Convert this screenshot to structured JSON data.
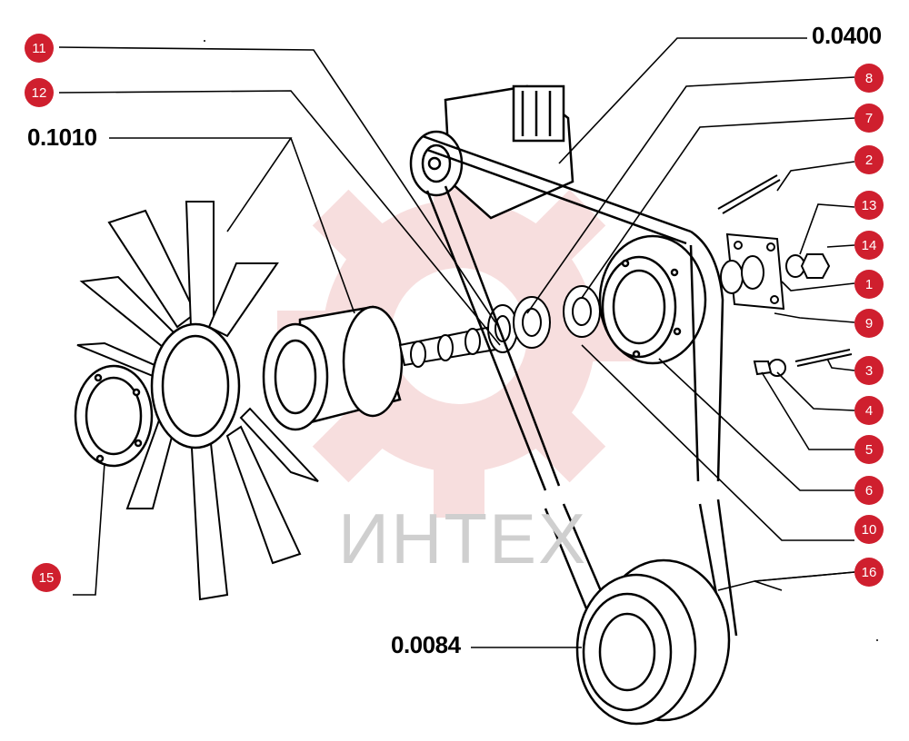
{
  "codes": {
    "fan_assembly": "0.1010",
    "alternator": "0.0400",
    "crank_pulley": "0.0084"
  },
  "callouts": {
    "c1": "1",
    "c2": "2",
    "c3": "3",
    "c4": "4",
    "c5": "5",
    "c6": "6",
    "c7": "7",
    "c8": "8",
    "c9": "9",
    "c10": "10",
    "c11": "11",
    "c12": "12",
    "c13": "13",
    "c14": "14",
    "c15": "15",
    "c16": "16"
  },
  "watermark": {
    "text": "ИНТЕХ",
    "gear_color": "#e8b0b0"
  },
  "colors": {
    "callout_bg": "#cf1f2e",
    "line": "#000000"
  }
}
